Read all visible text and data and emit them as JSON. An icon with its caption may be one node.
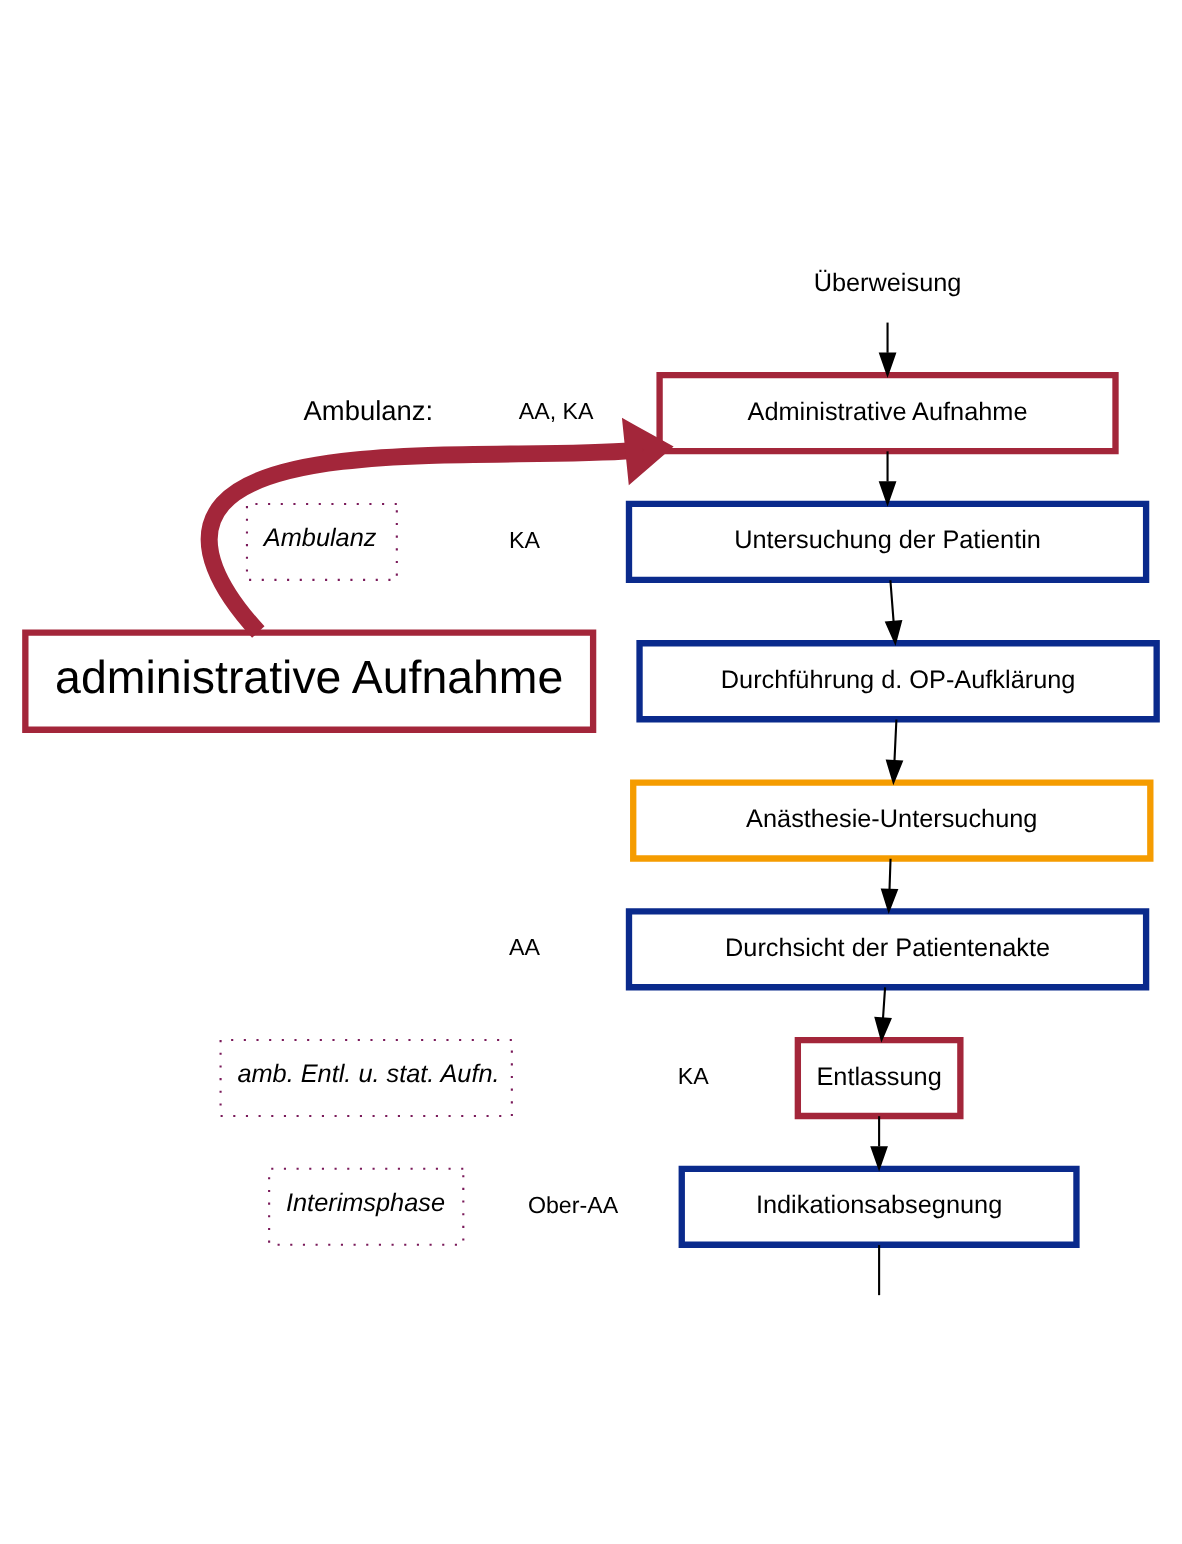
{
  "diagram": {
    "nodes": [
      {
        "text": [
          "Überweisung"
        ]
      },
      {
        "text": [
          "Administrative Aufnahme"
        ],
        "beside": [
          "AA, KA"
        ]
      },
      {
        "text": [
          "Ambulanz"
        ]
      },
      {
        "text": [
          "Untersuchung der Patientin"
        ],
        "beside": [
          "KA"
        ]
      },
      {
        "text": [
          "administrative Aufnahme"
        ]
      },
      {
        "text": [
          "Durchführung d. OP-Aufklärung"
        ]
      },
      {
        "text": [
          "Anästhesie-Untersuchung"
        ]
      },
      {
        "text": [
          "Durchsicht der Patientenakte"
        ],
        "beside": [
          "AA"
        ]
      },
      {
        "text": [
          "amb. Entl. u. stat. Aufn."
        ]
      },
      {
        "text": [
          "Entlassung"
        ],
        "beside": [
          "KA"
        ]
      },
      {
        "text": [
          "Interimsphase"
        ]
      },
      {
        "text": [
          "Indikationsabsegnung"
        ],
        "beside": [
          "Ober-AA"
        ]
      }
    ],
    "edges": [
      {
        "from": 0,
        "to": 1,
        "arrow": "to"
      },
      {
        "from": 1,
        "to": 3,
        "arrow": "to"
      },
      {
        "from": 3,
        "to": 5,
        "arrow": "to"
      },
      {
        "from": 5,
        "to": 6,
        "arrow": "to"
      },
      {
        "from": 6,
        "to": 7,
        "arrow": "to"
      },
      {
        "from": 7,
        "to": 9,
        "arrow": "to"
      },
      {
        "from": 9,
        "to": 11,
        "arrow": "to"
      },
      {
        "from": 11,
        "to": null,
        "arrow": "none"
      },
      {
        "from": 4,
        "to": 1,
        "arrow": "to",
        "style": "thick",
        "color": "#a3263a"
      }
    ],
    "labels": [
      "Ambulanz:"
    ]
  }
}
